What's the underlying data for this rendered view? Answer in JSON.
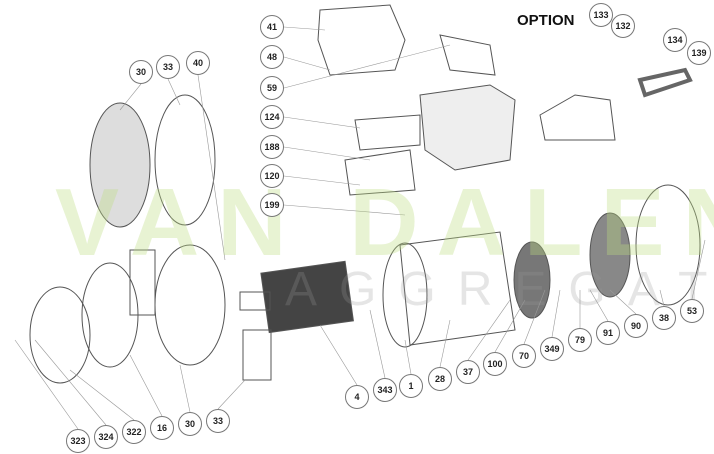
{
  "title": "OPTION",
  "watermark": {
    "brand": "VAN DALEN",
    "sub": "AGGREGATEN"
  },
  "labels": {
    "top": [
      "41",
      "48",
      "59",
      "124",
      "188",
      "120",
      "199"
    ],
    "upper_left": [
      "30",
      "33",
      "40"
    ],
    "option": [
      "133",
      "132",
      "134",
      "139"
    ],
    "bottom_right": [
      "4",
      "343",
      "1",
      "28",
      "37",
      "100",
      "70",
      "349",
      "79",
      "91",
      "90",
      "38",
      "53"
    ],
    "bottom_left": [
      "323",
      "324",
      "322",
      "16",
      "30",
      "33"
    ]
  }
}
